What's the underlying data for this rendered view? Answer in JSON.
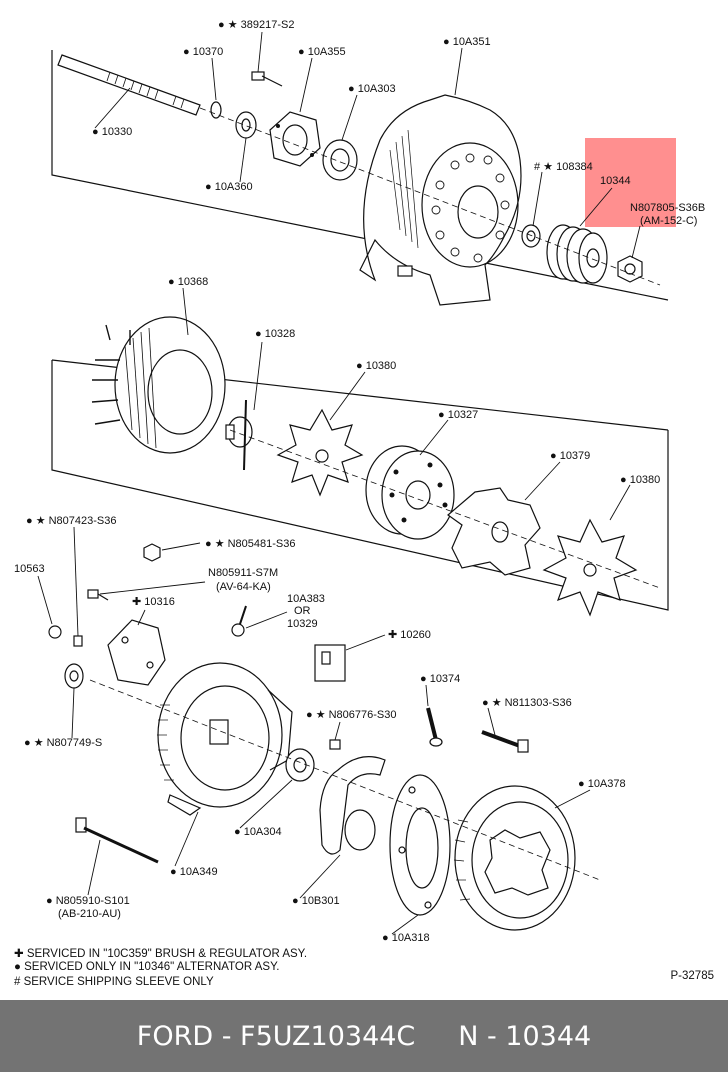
{
  "labels": {
    "l_389217": "● ★ 389217-S2",
    "l_10370": "● 10370",
    "l_10A355": "● 10A355",
    "l_10A351": "● 10A351",
    "l_10A303": "● 10A303",
    "l_10330": "● 10330",
    "l_10A360": "● 10A360",
    "l_108384": "# ★ 108384",
    "l_10344": "10344",
    "l_N807805": "N807805-S36B",
    "l_AM152": "(AM-152-C)",
    "l_10368": "● 10368",
    "l_10328": "● 10328",
    "l_10380a": "● 10380",
    "l_10327": "● 10327",
    "l_10379": "● 10379",
    "l_10380b": "● 10380",
    "l_N807423": "● ★ N807423-S36",
    "l_N805481": "● ★ N805481-S36",
    "l_10563": "10563",
    "l_N805911": "N805911-S7M",
    "l_AV64": "(AV-64-KA)",
    "l_10316": "✚ 10316",
    "l_10A383": "10A383",
    "l_OR": "OR",
    "l_10329": "10329",
    "l_10260": "✚ 10260",
    "l_10374": "● 10374",
    "l_N811303": "● ★ N811303-S36",
    "l_N806776": "● ★ N806776-S30",
    "l_N807749": "● ★ N807749-S",
    "l_10A378": "● 10A378",
    "l_10A304": "● 10A304",
    "l_10A349": "● 10A349",
    "l_10B301": "● 10B301",
    "l_N805910": "● N805910-S101",
    "l_AB210": "(AB-210-AU)",
    "l_10A318": "● 10A318"
  },
  "legend": [
    "✚ SERVICED IN \"10C359\" BRUSH & REGULATOR ASY.",
    "● SERVICED ONLY IN \"10346\" ALTERNATOR ASY.",
    "# SERVICE SHIPPING SLEEVE ONLY"
  ],
  "figure_ref": "P-32785",
  "highlight_color": "#ff7b7b",
  "footer": {
    "brand_part": "FORD - F5UZ10344C",
    "number": "N - 10344"
  }
}
